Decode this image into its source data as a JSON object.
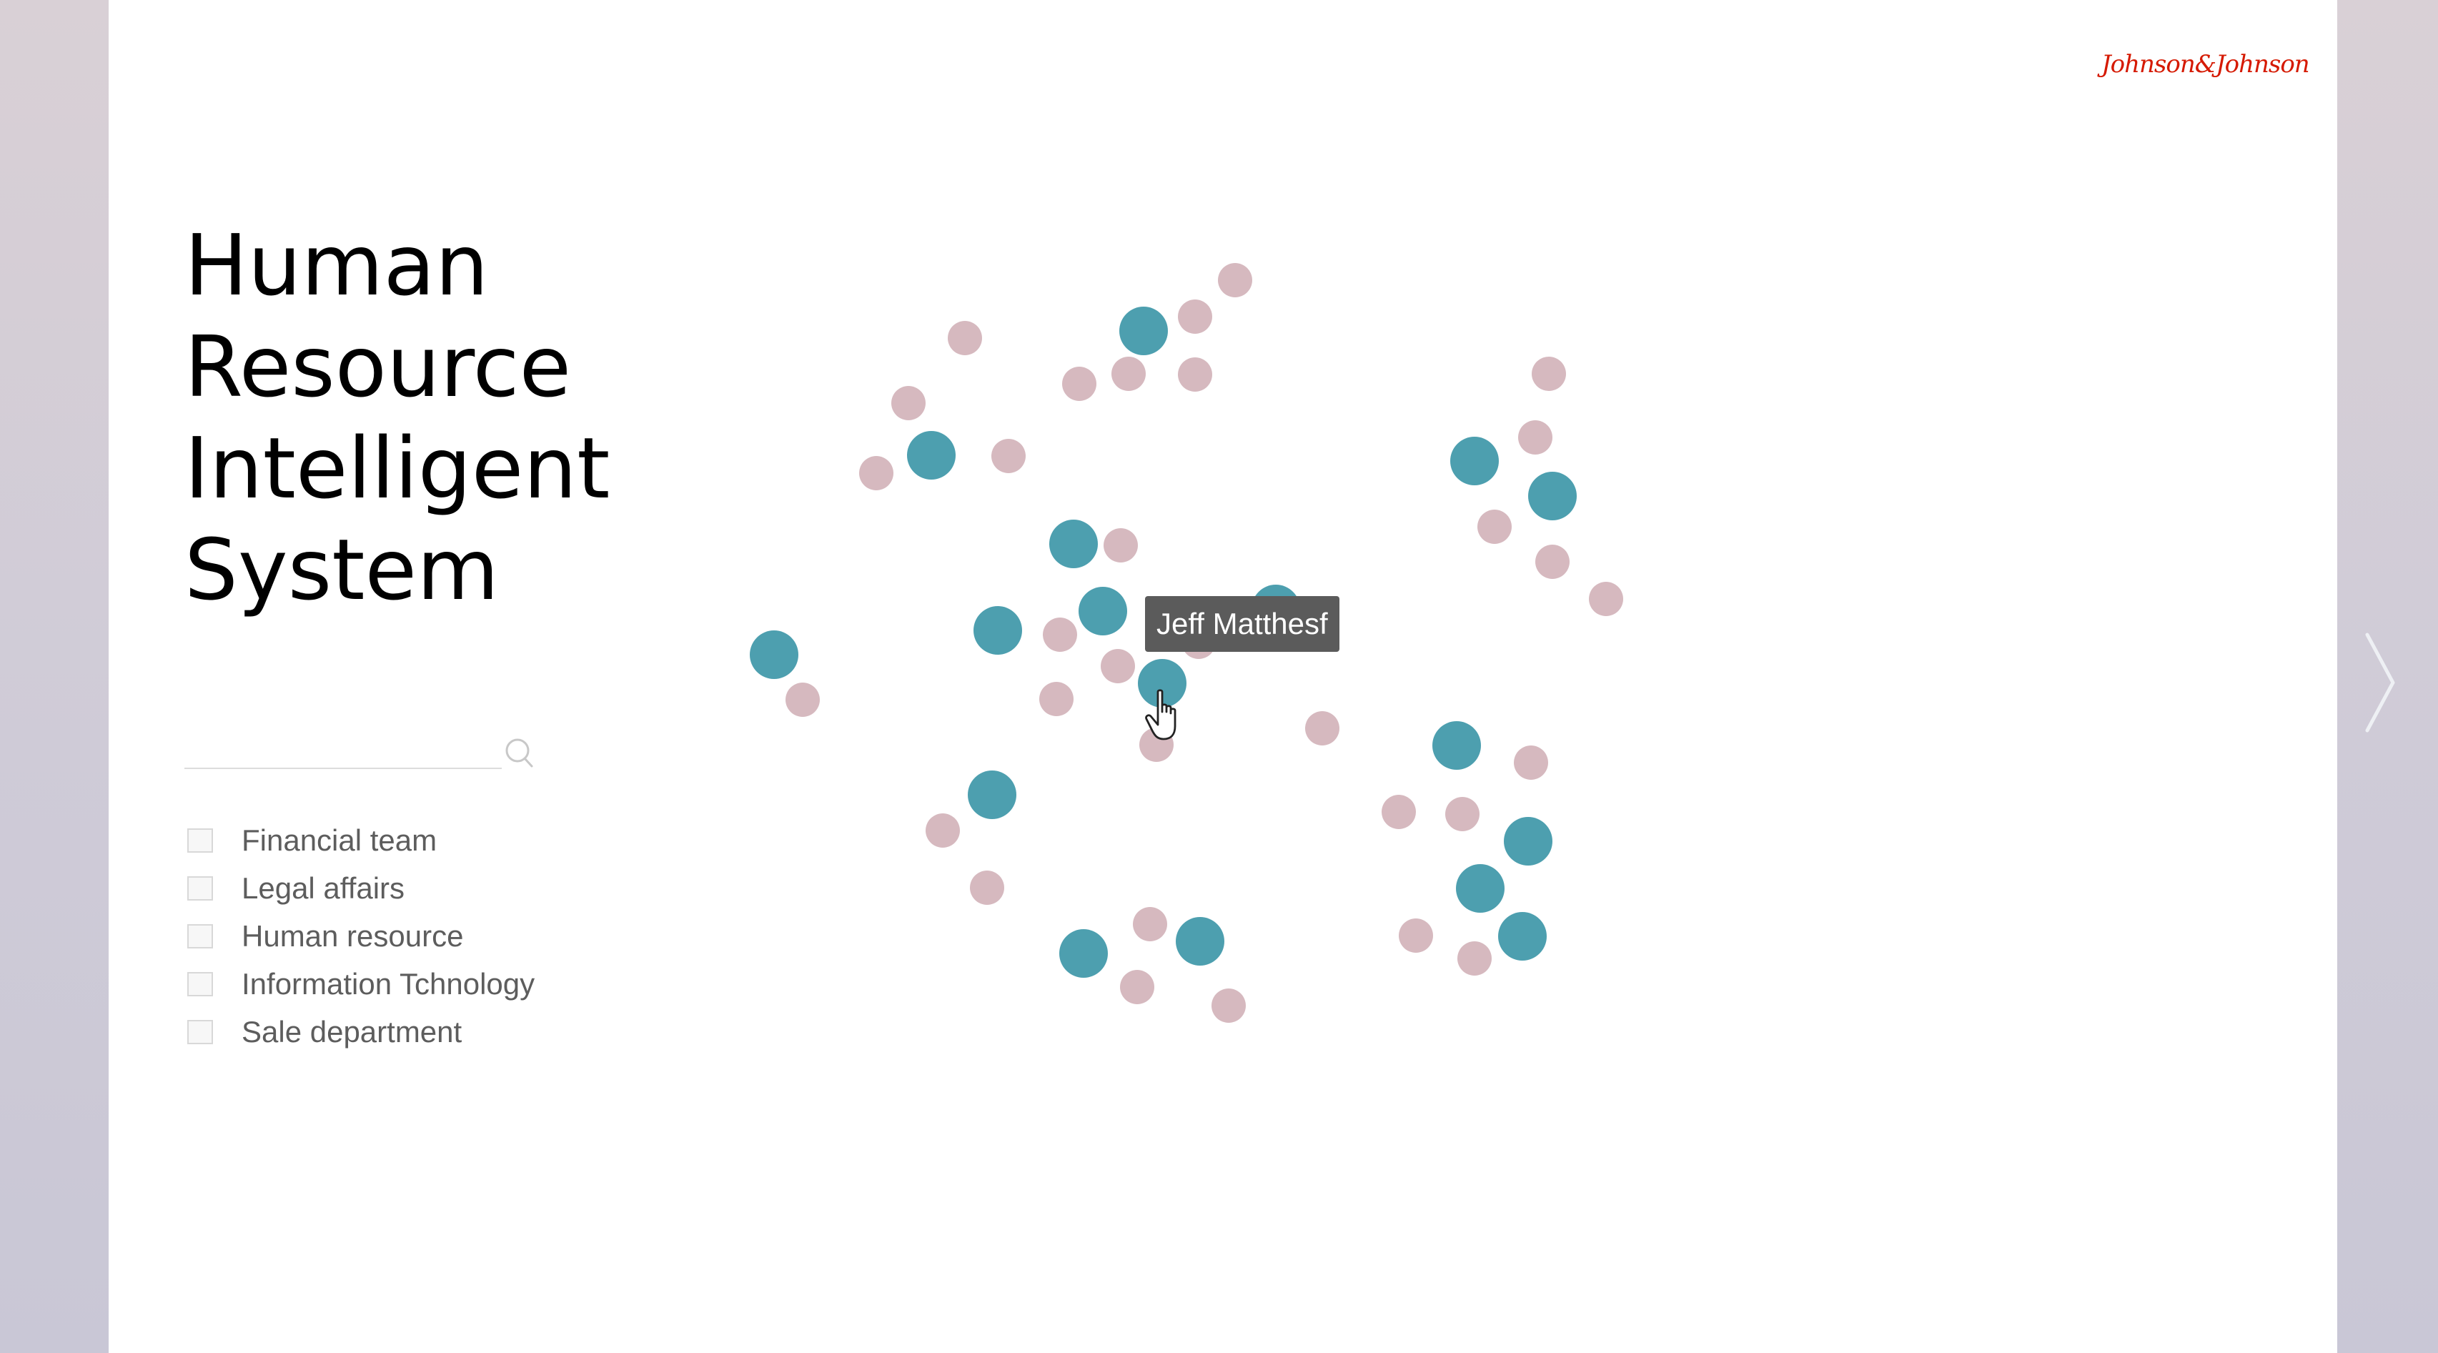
{
  "brand": {
    "logo_text": "Johnson&Johnson",
    "logo_color": "#d51900"
  },
  "title_lines": [
    "Human",
    "Resource",
    "Intelligent",
    "System"
  ],
  "search": {
    "placeholder": "",
    "value": ""
  },
  "filters": [
    {
      "label": "Financial team",
      "checked": false
    },
    {
      "label": "Legal affairs",
      "checked": false
    },
    {
      "label": "Human resource",
      "checked": false
    },
    {
      "label": "Information Tchnology",
      "checked": false
    },
    {
      "label": "Sale department",
      "checked": false
    }
  ],
  "tooltip": {
    "text": "Jeff Matthesf"
  },
  "colors": {
    "teal_node": "#4d9faf",
    "pink_node": "#d6b9bf",
    "tooltip_bg": "#5b5b5b"
  },
  "icons": [
    "search-icon",
    "hand-pointer-icon",
    "chevron-right-icon"
  ]
}
